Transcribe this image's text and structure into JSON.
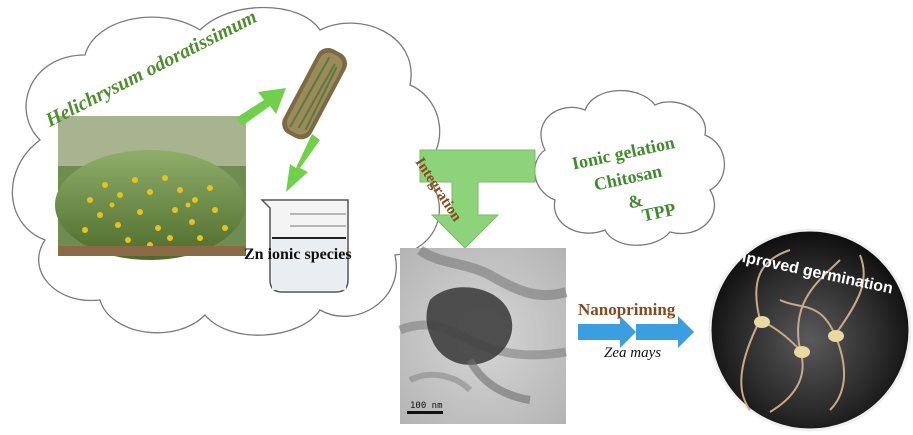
{
  "plant": {
    "name": "Helichrysum odoratissimum"
  },
  "beaker": {
    "label": "Zn ionic species"
  },
  "integration": {
    "label": "Integration"
  },
  "gelation": {
    "line1": "Ionic gelation",
    "line2": "Chitosan",
    "line3": "&",
    "line4": "TPP"
  },
  "tem": {
    "scale_label": "100 nm"
  },
  "priming": {
    "label": "Nanopriming",
    "species": "Zea mays"
  },
  "result": {
    "label": "Improved germination"
  },
  "colors": {
    "green_arrow": "#6fd04a",
    "blue_arrow": "#3b9ee0",
    "green_text": "#4e8f2b",
    "brown_text": "#8a4a1b"
  }
}
